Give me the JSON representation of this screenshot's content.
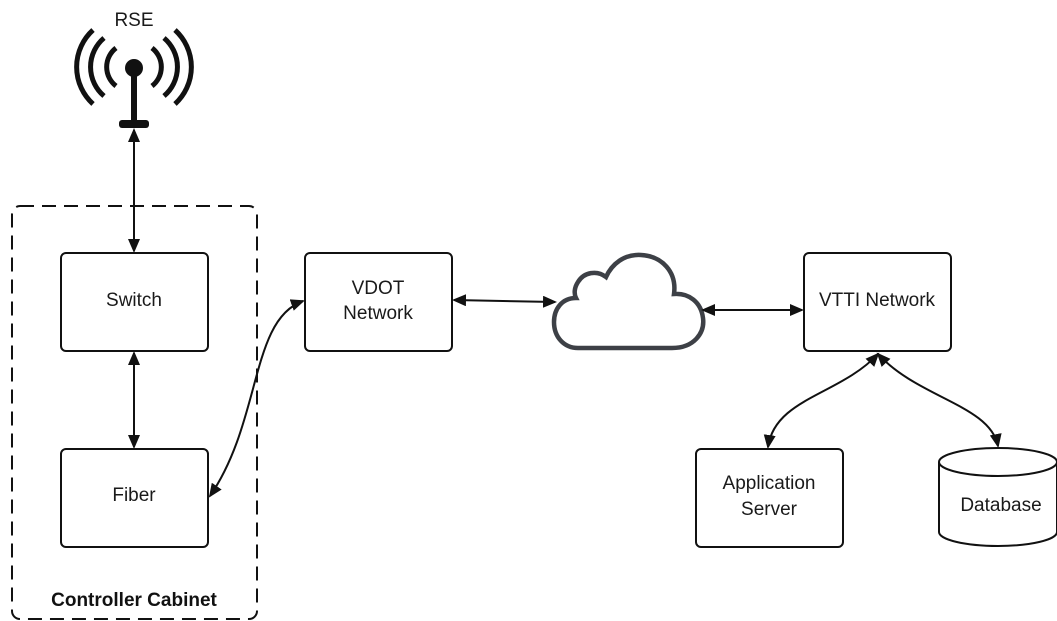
{
  "nodes": {
    "rse": {
      "label": "RSE"
    },
    "switch": {
      "label": "Switch"
    },
    "fiber": {
      "label": "Fiber"
    },
    "cabinet": {
      "label": "Controller Cabinet"
    },
    "vdot": {
      "line1": "VDOT",
      "line2": "Network"
    },
    "vtti": {
      "label": "VTTI Network"
    },
    "app_server": {
      "line1": "Application",
      "line2": "Server"
    },
    "database": {
      "label": "Database"
    }
  },
  "icons": {
    "antenna": "antenna-icon",
    "cloud": "cloud-icon",
    "database": "database-icon"
  },
  "colors": {
    "stroke": "#111111",
    "cloud_stroke": "#3d4046",
    "background": "#ffffff"
  },
  "edges": [
    {
      "from": "rse",
      "to": "switch",
      "direction": "both"
    },
    {
      "from": "switch",
      "to": "fiber",
      "direction": "both"
    },
    {
      "from": "fiber",
      "to": "vdot",
      "direction": "both"
    },
    {
      "from": "vdot",
      "to": "cloud",
      "direction": "both"
    },
    {
      "from": "cloud",
      "to": "vtti",
      "direction": "both"
    },
    {
      "from": "vtti",
      "to": "app_server",
      "direction": "both"
    },
    {
      "from": "vtti",
      "to": "database",
      "direction": "both"
    }
  ]
}
